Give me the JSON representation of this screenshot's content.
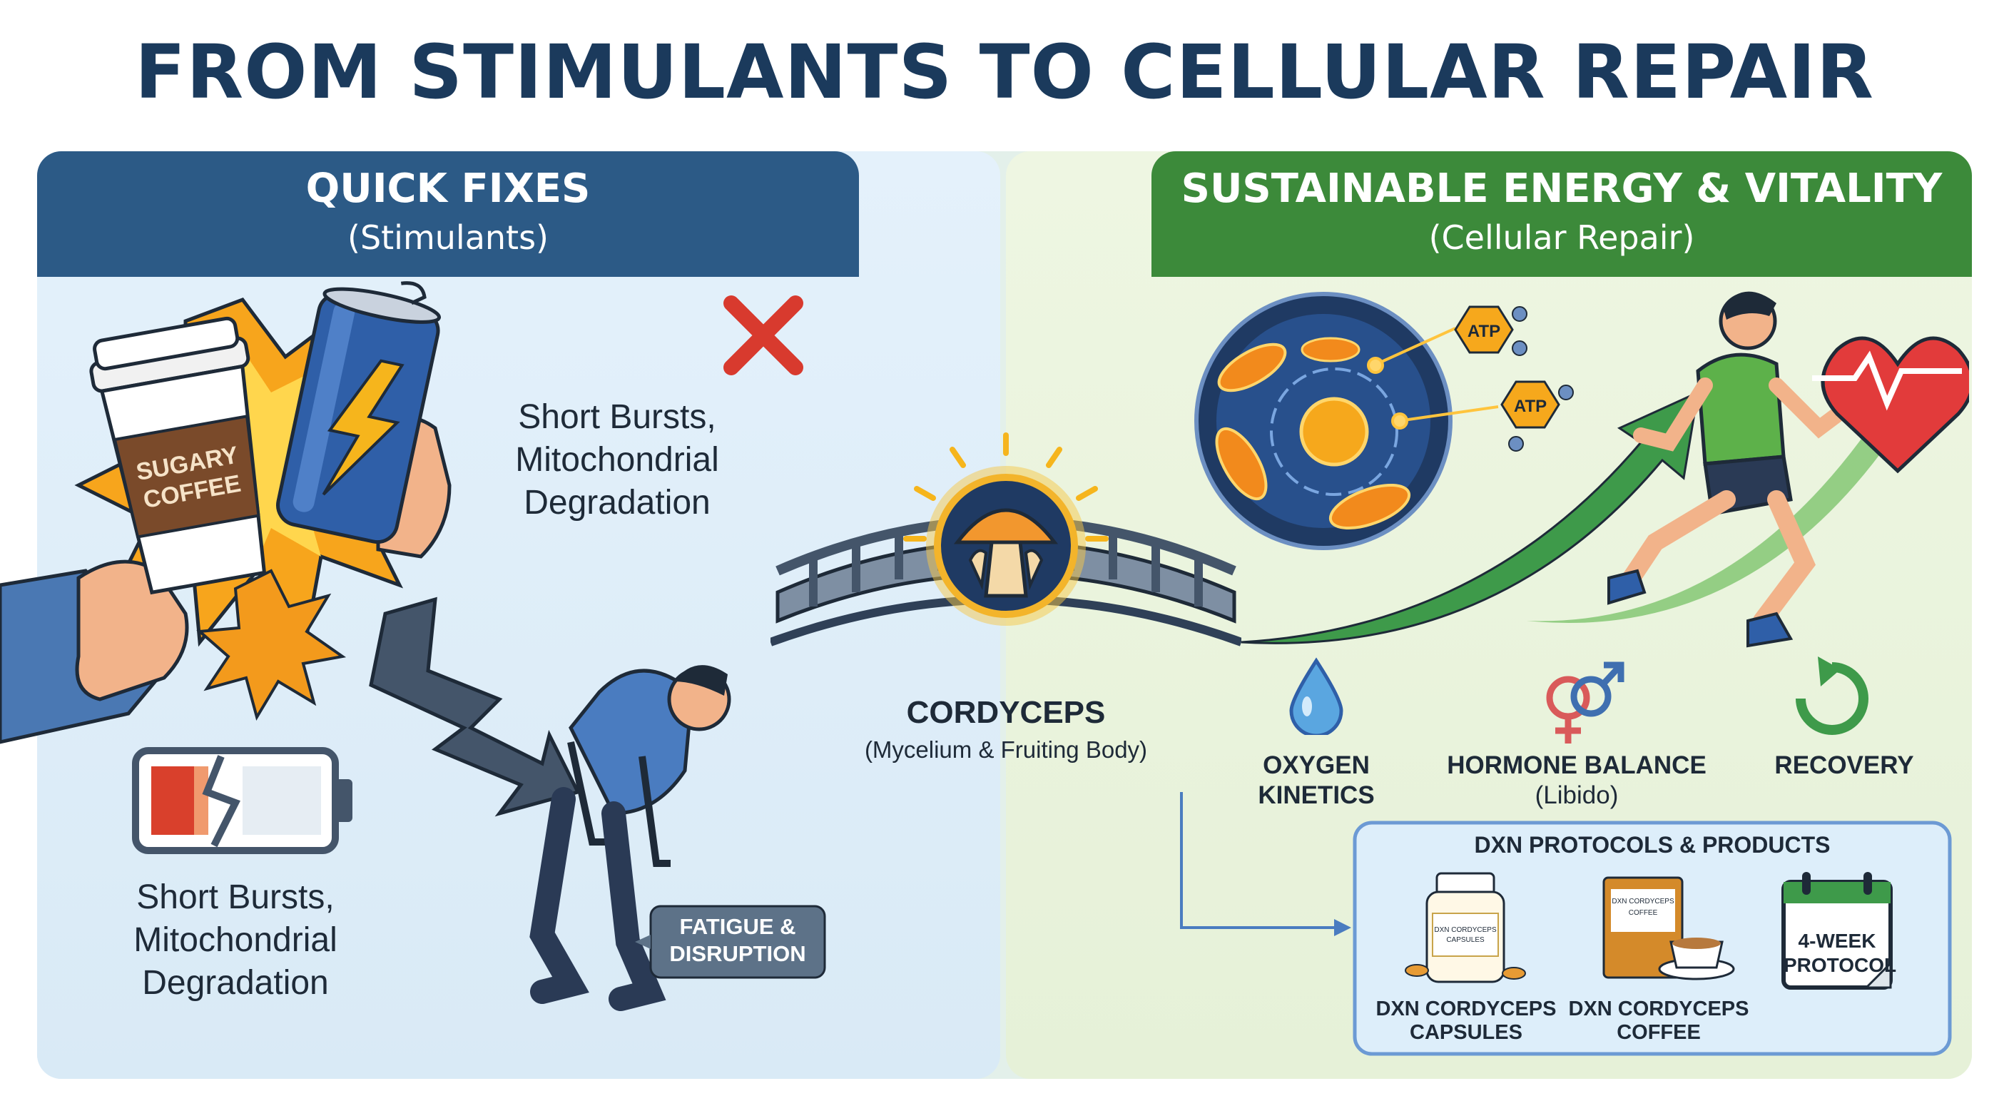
{
  "title": "FROM STIMULANTS TO CELLULAR REPAIR",
  "colors": {
    "title": "#1b3a5c",
    "left_header": "#2c5a86",
    "right_header": "#3c8a3a",
    "left_bg": "#dfeef9",
    "right_bg": "#eaf3dc",
    "arrow_green": "#3e9a4a"
  },
  "left": {
    "title": "QUICK FIXES",
    "subtitle": "(Stimulants)",
    "cup_label": "SUGARY COFFEE",
    "effect_top": [
      "Short Bursts,",
      "Mitochondrial",
      "Degradation"
    ],
    "effect_bottom": [
      "Short Bursts,",
      "Mitochondrial",
      "Degradation"
    ],
    "fatigue_tag": [
      "FATIGUE &",
      "DISRUPTION"
    ],
    "icons": [
      "coffee-cup-icon",
      "energy-drink-can-icon",
      "explosion-icon",
      "red-x-icon",
      "broken-battery-icon",
      "tired-person-icon"
    ]
  },
  "bridge": {
    "title": "CORDYCEPS",
    "subtitle": "(Mycelium & Fruiting Body)",
    "icons": [
      "bridge-icon",
      "mushroom-icon"
    ]
  },
  "right": {
    "title": "SUSTAINABLE ENERGY & VITALITY",
    "subtitle": "(Cellular Repair)",
    "atp_labels": [
      "ATP",
      "ATP"
    ],
    "benefits": [
      {
        "icon": "water-drop-icon",
        "lines": [
          "OXYGEN",
          "KINETICS"
        ]
      },
      {
        "icon": "gender-symbols-icon",
        "lines": [
          "HORMONE BALANCE"
        ],
        "sub": "(Libido)"
      },
      {
        "icon": "recovery-arrow-icon",
        "lines": [
          "RECOVERY"
        ]
      }
    ],
    "products": {
      "title": "DXN PROTOCOLS & PRODUCTS",
      "items": [
        {
          "icon": "capsule-bottle-icon",
          "lines": [
            "DXN CORDYCEPS",
            "CAPSULES"
          ],
          "pack_text": "DXN CORDYCEPS CAPSULES"
        },
        {
          "icon": "coffee-pack-icon",
          "lines": [
            "DXN CORDYCEPS",
            "COFFEE"
          ],
          "pack_text": "DXN CORDYCEPS COFFEE"
        },
        {
          "icon": "calendar-icon",
          "lines": [
            "4-WEEK",
            "PROTOCOL"
          ]
        }
      ]
    },
    "icons": [
      "cell-icon",
      "runner-icon",
      "heart-rate-icon",
      "growth-arrow-icon"
    ]
  }
}
